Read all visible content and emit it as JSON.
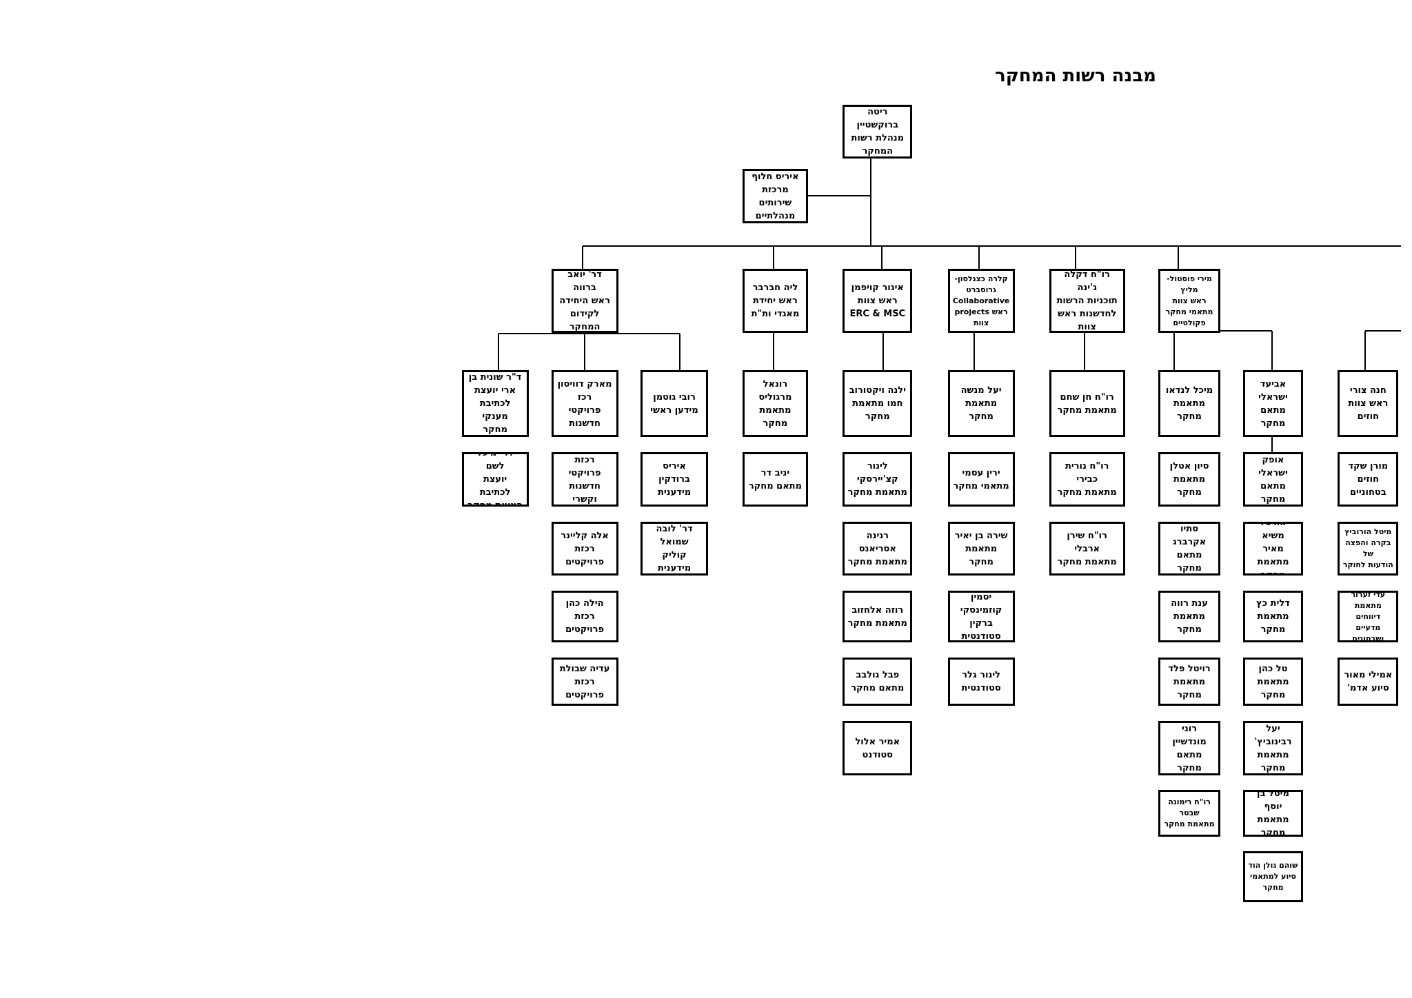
{
  "title": "מבנה רשות המחקר",
  "nodes": {
    "n01": [
      "ריטה ברוקשטיין",
      "מנהלת רשות",
      "המחקר"
    ],
    "n02": [
      "איריס חלוף",
      "מרכזת שירותים",
      "מנהלתיים"
    ],
    "n03": [
      "דר' יואב ברווה",
      "ראש היחידה",
      "לקידום המחקר"
    ],
    "n04": [
      "ליה חברבר",
      "ראש יחידת",
      "מאגדי ות\"ת"
    ],
    "n05": [
      "איגור קויפמן",
      "ראש צוות",
      "ERC & MSC"
    ],
    "n06": [
      "קלרה כצנלסון-",
      "גרוסברט",
      "Collaborative",
      "ראש projects",
      "צוות"
    ],
    "n07": [
      "רו\"ח דקלה ג'ינה",
      "תוכניות הרשות",
      "לחדשנות ראש",
      "צוות"
    ],
    "n08": [
      "מירי פוסטול-",
      "מליץ",
      "ראש צוות",
      "מתאמי מחקר",
      "פקולטיים"
    ],
    "n09": [
      "ד\"ר שונית בן",
      "ארי יועצת",
      "לכתיבת מענקי",
      "מחקר"
    ],
    "n10": [
      "מארק דוויסון רכז",
      "פרויקטי חדשנות"
    ],
    "n11": [
      "רובי גוטמן",
      "מידען ראשי"
    ],
    "n12": [
      "רונאל מרגוליס",
      "מתאמת מחקר"
    ],
    "n13": [
      "ילנה ויקטורוב",
      "חמו מתאמת",
      "מחקר"
    ],
    "n14": [
      "יעל מנשה",
      "מתאמת מחקר"
    ],
    "n15": [
      "רו\"ח חן שחם",
      "מתאמת מחקר"
    ],
    "n16": [
      "מיכל לנדאו",
      "מתאמת מחקר"
    ],
    "n17": [
      "אביעד ישראלי",
      "מתאם מחקר"
    ],
    "n18": [
      "חנה צורי",
      "ראש צוות",
      "חוזים"
    ],
    "n19": [
      "דר' מיכל לשם",
      "יועצת לכתיבת",
      "הצעות מחקר"
    ],
    "n20": [
      "שירלי רקיר רכזת",
      "פרויקטי חדשנות",
      "וקשרי תעשייה"
    ],
    "n21": [
      "איריס ברודקין",
      "מידענית"
    ],
    "n22": [
      "יניב דר",
      "מתאם מחקר"
    ],
    "n23": [
      "לינור קצ'יירסקי",
      "מתאמת מחקר"
    ],
    "n24": [
      "ירין עסמי",
      "מתאמי מחקר"
    ],
    "n25": [
      "רו\"ח נורית כבירי",
      "מתאמת מחקר"
    ],
    "n26": [
      "סיון אטלן",
      "מתאמת מחקר"
    ],
    "n27": [
      "אופק ישראלי",
      "מתאם מחקר"
    ],
    "n28": [
      "מורן שקד",
      "חוזים בטחוניים"
    ],
    "n29": [
      "אלה קליינר",
      "רכזת פרויקטים"
    ],
    "n30": [
      "דר' לובה שמואל",
      "קוליק",
      "מידענית"
    ],
    "n31": [
      "רגינה אסריאנס",
      "מתאמת מחקר"
    ],
    "n32": [
      "שירה בן יאיר",
      "מתאמת מחקר"
    ],
    "n33": [
      "רו\"ח שירן ארבלי",
      "מתאמת מחקר"
    ],
    "n34": [
      "סתיו אקרברג",
      "מתאם מחקר"
    ],
    "n35": [
      "אורטל משיא",
      "מאיר",
      "מתאמת מחקר"
    ],
    "n36": [
      "מיטל הורוביץ",
      "בקרה והפצה של",
      "הודעות לחוקר"
    ],
    "n37": [
      "הילה כהן",
      "רכזת פרויקטים"
    ],
    "n38": [
      "רוזה אלחזוב",
      "מתאמת מחקר"
    ],
    "n39": [
      "יסמין קוזמינסקי",
      "ברקין",
      "סטודנטית"
    ],
    "n40": [
      "ענת רווה",
      "מתאמת מחקר"
    ],
    "n41": [
      "דלית כץ",
      "מתאמת מחקר"
    ],
    "n42": [
      "עדי זערור",
      "מתאמת",
      "דיווחים מדעיים",
      "ושבחונים"
    ],
    "n43": [
      "עדיה שבולת",
      "רכזת פרויקטים"
    ],
    "n44": [
      "פבל גולבב",
      "מתאם מחקר"
    ],
    "n45": [
      "לינור גלר",
      "סטודנטית"
    ],
    "n46": [
      "רויטל פלד",
      "מתאמת מחקר"
    ],
    "n47": [
      "טל כהן",
      "מתאמת מחקר"
    ],
    "n48": [
      "אמילי מאור",
      "סיוע אדמ'"
    ],
    "n49": [
      "אמיר אלול",
      "סטודנט"
    ],
    "n50": [
      "רוני מונדשיין",
      "מתאם מחקר"
    ],
    "n51": [
      "יעל רבינוביץ'",
      "מתאמת מחקר"
    ],
    "n52": [
      "רו\"ח רימונה",
      "שבטר",
      "מתאמת מחקר"
    ],
    "n53": [
      "מיטל בן יוסף",
      "מתאמת מחקר"
    ],
    "n54": [
      "שוהם גולן הוד",
      "סיוע למתאמי",
      "מחקר"
    ]
  }
}
